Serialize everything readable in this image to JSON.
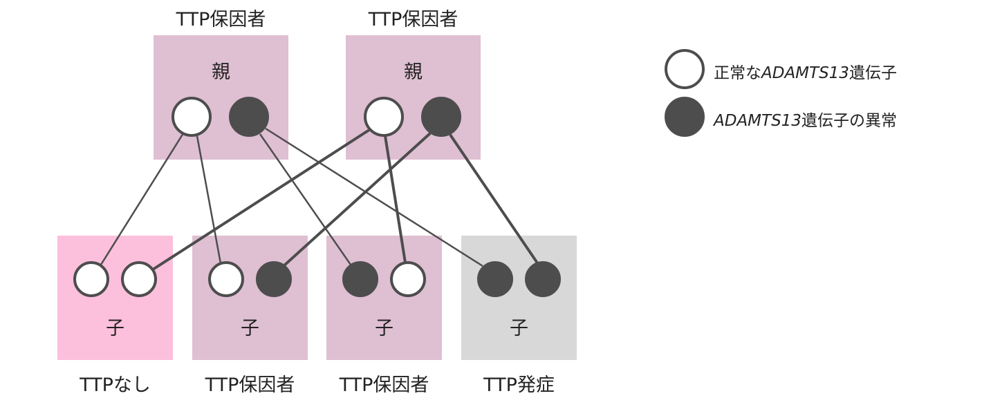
{
  "parents": [
    {
      "top_label": "TTP保因者",
      "box_label": "親",
      "alleles": [
        "normal",
        "abnormal"
      ]
    },
    {
      "top_label": "TTP保因者",
      "box_label": "親",
      "alleles": [
        "normal",
        "abnormal"
      ]
    }
  ],
  "children": [
    {
      "box_label": "子",
      "bottom_label": "TTPなし",
      "status": "none",
      "alleles": [
        "normal",
        "normal"
      ]
    },
    {
      "box_label": "子",
      "bottom_label": "TTP保因者",
      "status": "carrier",
      "alleles": [
        "normal",
        "abnormal"
      ]
    },
    {
      "box_label": "子",
      "bottom_label": "TTP保因者",
      "status": "carrier",
      "alleles": [
        "abnormal",
        "normal"
      ]
    },
    {
      "box_label": "子",
      "bottom_label": "TTP発症",
      "status": "onset",
      "alleles": [
        "abnormal",
        "abnormal"
      ]
    }
  ],
  "legend": {
    "normal": {
      "prefix": "正常な",
      "gene": "ADAMTS13",
      "suffix": "遺伝子"
    },
    "abnormal": {
      "prefix": "",
      "gene": "ADAMTS13",
      "suffix": "遺伝子の異常"
    }
  },
  "colors": {
    "normal_fill": "#ffffff",
    "abnormal_fill": "#4d4d4d",
    "circle_stroke": "#4d4d4d",
    "parent_box": "#dfbfd2",
    "child_none_box": "#fcc0dc",
    "child_carrier_box": "#dfbfd2",
    "child_onset_box": "#d8d8d8"
  }
}
